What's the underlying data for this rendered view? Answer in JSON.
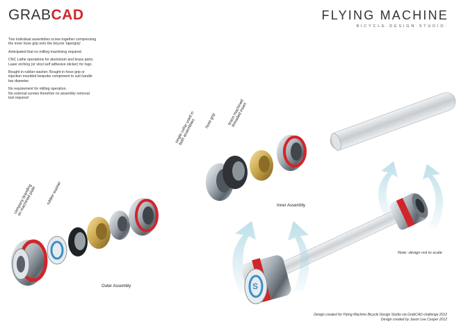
{
  "header": {
    "logo_grab": "GRAB",
    "logo_cad": "CAD",
    "brand_title": "FLYING MACHINE",
    "brand_subtitle": "BICYCLE·DESIGN·STUDIO·"
  },
  "notes": [
    "Two individual assemblies screw together compressing\nthe inner hose grip onto the bicycle 'tape/grip'.",
    "Anticipated that no milling machining required.",
    "CNC Lathe operations for aluminium and brass parts.\nLaser etching (or vinyl self adhesive sticker) for logo.",
    "Bought in rubber washer. Bought in hose grip or\ninjection moulded bespoke component to suit handle\nbar diameter.",
    "No requirement for milling operation.\nNo external screws therefore no assembly removal\ntool required"
  ],
  "part_labels": {
    "company_branding": "company branding\non machined plate",
    "rubber_washer": "rubber washer",
    "single_collar": "single collar used in\nboth assemblies",
    "hose_grip": "hose grip",
    "brass_machined": "brass machined\nthreaded insert"
  },
  "assembly_labels": {
    "inner": "Inner Assembly",
    "outer": "Outer Assembly"
  },
  "scale_note": "Note: design not to scale",
  "credits": {
    "line1": "Design created for Flying Machine Bicycle Design Studio via GrabCAD challenge 2012",
    "line2": "Design created by Jason Lee Cooper 2012"
  },
  "colors": {
    "accent_red": "#d0262b",
    "steel": "#9aa3ab",
    "brass": "#c9a54a",
    "arrow_blue": "#a9d6e2",
    "logo_blue": "#3a8fc9"
  }
}
